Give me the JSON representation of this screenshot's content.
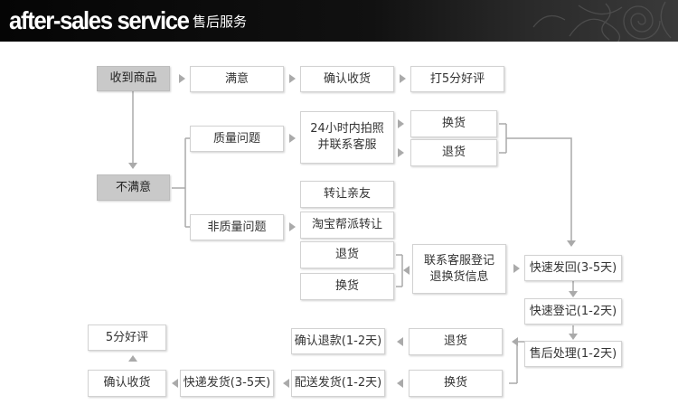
{
  "header": {
    "title": "after-sales service",
    "subtitle": "售后服务"
  },
  "colors": {
    "banner": "#0a0a0a",
    "box_border": "#d2d2d2",
    "box_highlight": "#c9c9c9",
    "arrow": "#aaaaaa"
  },
  "flow": {
    "received": "收到商品",
    "satisfied": "满意",
    "confirm_receipt_top": "确认收货",
    "five_star_top": "打5分好评",
    "unsatisfied": "不满意",
    "quality_issue": "质量问题",
    "photo_contact": "24小时内拍照\n并联系客服",
    "exchange_quality": "换货",
    "return_quality": "退货",
    "non_quality_issue": "非质量问题",
    "transfer_friend": "转让亲友",
    "taobao_transfer": "淘宝帮派转让",
    "return_non_quality": "退货",
    "exchange_non_quality": "换货",
    "contact_register": "联系客服登记\n退换货信息",
    "express_return": "快速发回(3-5天)",
    "express_register": "快速登记(1-2天)",
    "after_sales_process": "售后处理(1-2天)",
    "return_result": "退货",
    "confirm_refund": "确认退款(1-2天)",
    "exchange_result": "换货",
    "ship_out": "配送发货(1-2天)",
    "express_ship": "快递发货(3-5天)",
    "confirm_receipt_bottom": "确认收货",
    "five_star_bottom": "5分好评"
  }
}
